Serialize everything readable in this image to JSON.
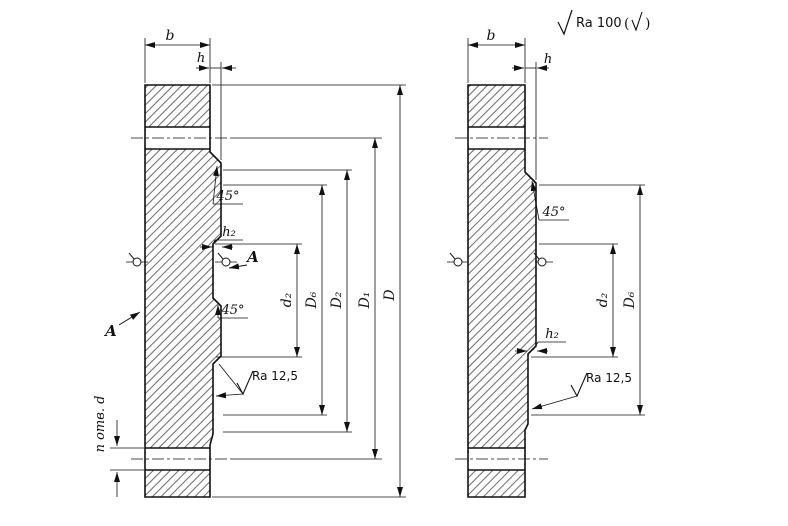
{
  "colors": {
    "line": "#1a1a1a",
    "background": "#ffffff",
    "hatch": "#444444"
  },
  "general_roughness": {
    "text": "Ra 100",
    "paren_open": "(",
    "paren_close": ")"
  },
  "labels": {
    "width_b": "b",
    "face_h": "h",
    "step_h2": "h₂",
    "angle_45": "45°",
    "dia_d2": "d₂",
    "dia_D6": "D₆",
    "dia_D2": "D₂",
    "dia_D1": "D₁",
    "dia_D": "D",
    "surface_ra": "Ra 12,5",
    "section_mark": "A",
    "holes_note": "n отв. d"
  }
}
